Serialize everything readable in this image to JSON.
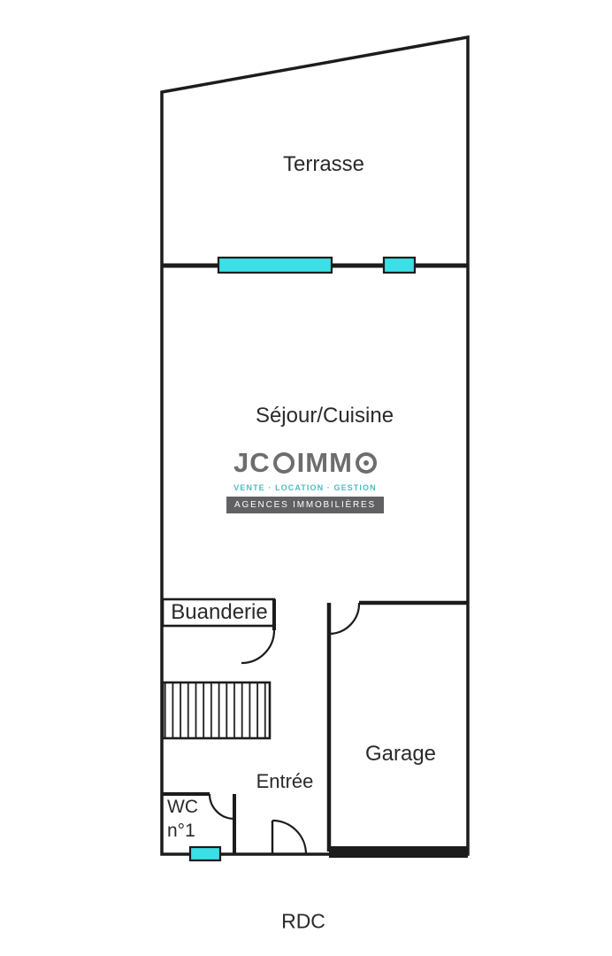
{
  "floor_plan": {
    "labels": {
      "terrasse": "Terrasse",
      "sejour_cuisine": "Séjour/Cuisine",
      "buanderie": "Buanderie",
      "garage": "Garage",
      "entree": "Entrée",
      "wc": "WC",
      "wc_number": "n°1",
      "floor": "RDC"
    }
  },
  "watermark": {
    "brand_part1": "JC",
    "brand_part2": "IMM",
    "tagline": "VENTE · LOCATION · GESTION",
    "banner": "AGENCES IMMOBILIÈRES"
  },
  "colors": {
    "wall": "#1c1c1c",
    "window_fill": "#3cdfe6",
    "label_text": "#2a2a2a",
    "watermark_gray": "#58595b",
    "watermark_teal": "#35b4b8",
    "banner_background": "#4c4c4e",
    "banner_text": "#ffffff"
  }
}
